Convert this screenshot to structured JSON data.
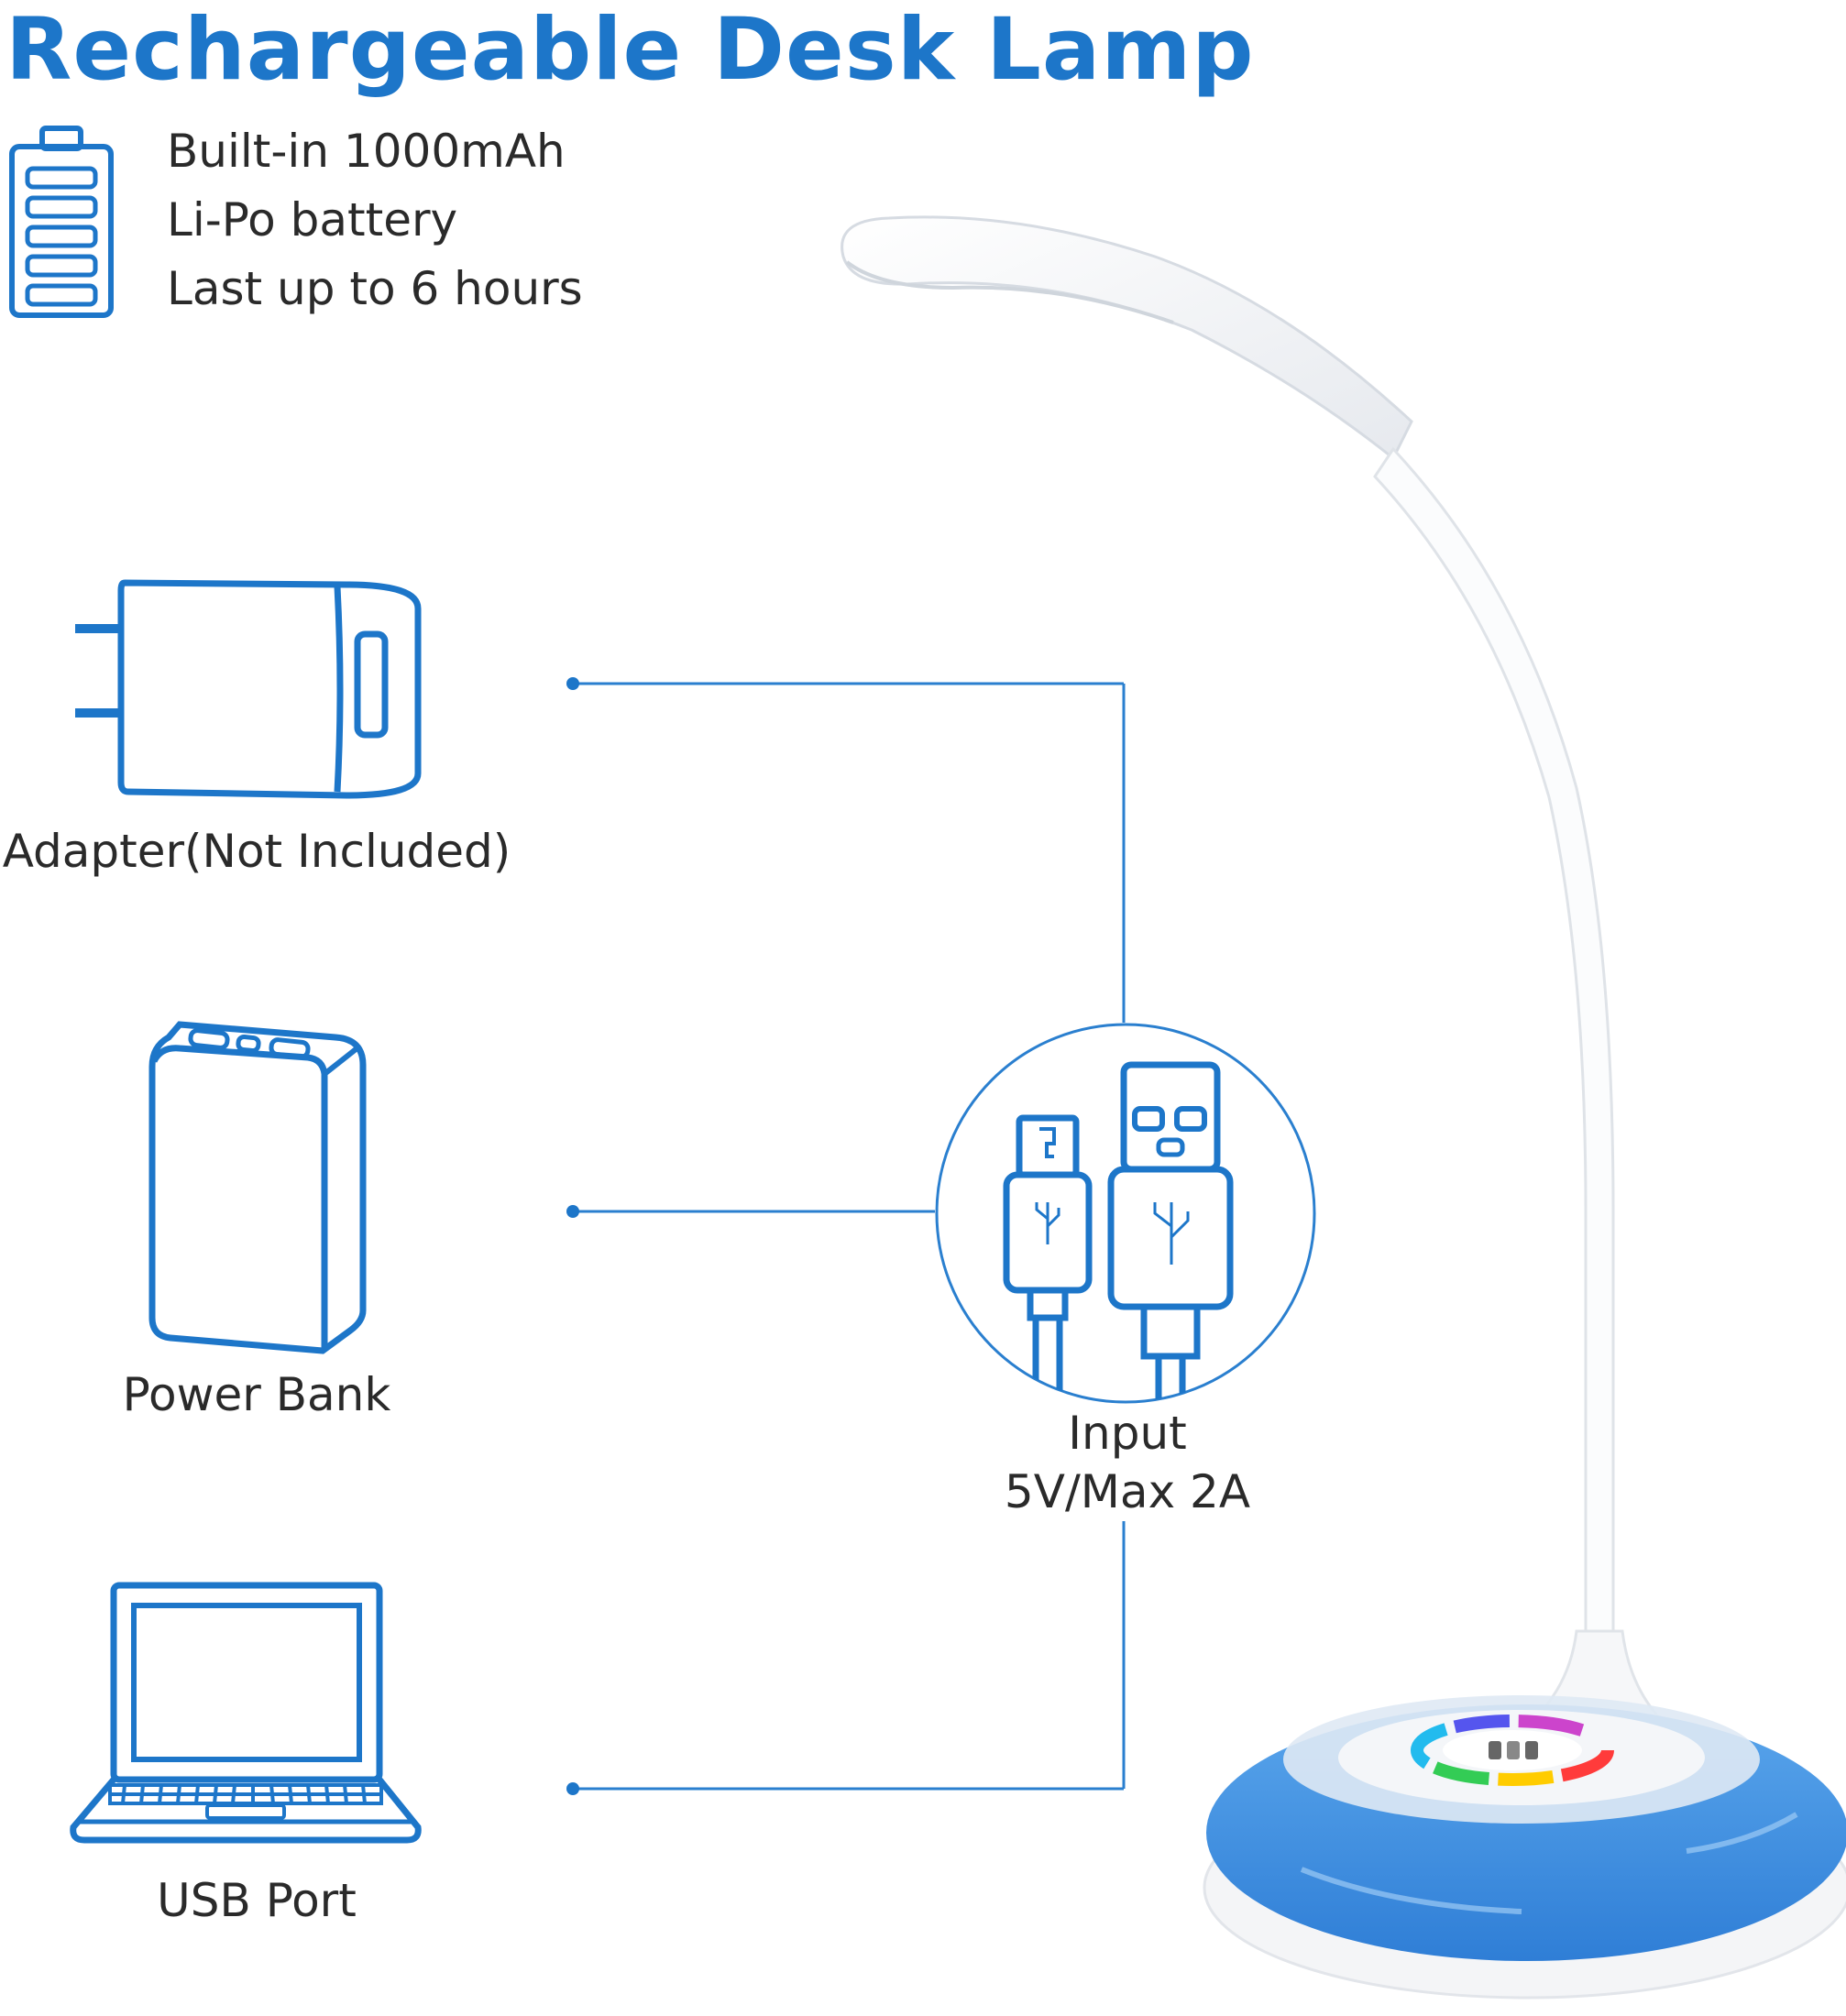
{
  "title": "Rechargeable Desk Lamp",
  "battery": {
    "lines": [
      "Built-in 1000mAh",
      "Li-Po battery",
      "Last up to 6 hours"
    ],
    "icon": "battery-icon"
  },
  "sources": [
    {
      "label": "Adapter(Not Included)",
      "icon": "wall-adapter-icon"
    },
    {
      "label": "Power Bank",
      "icon": "power-bank-icon"
    },
    {
      "label": "USB Port",
      "icon": "laptop-icon"
    }
  ],
  "input": {
    "line1": "Input",
    "line2": "5V/Max 2A",
    "icon": "usb-connectors-icon"
  },
  "colors": {
    "accent": "#1d76c9",
    "line": "#2a7fcf",
    "lamp_base": "#3d8fe0"
  }
}
